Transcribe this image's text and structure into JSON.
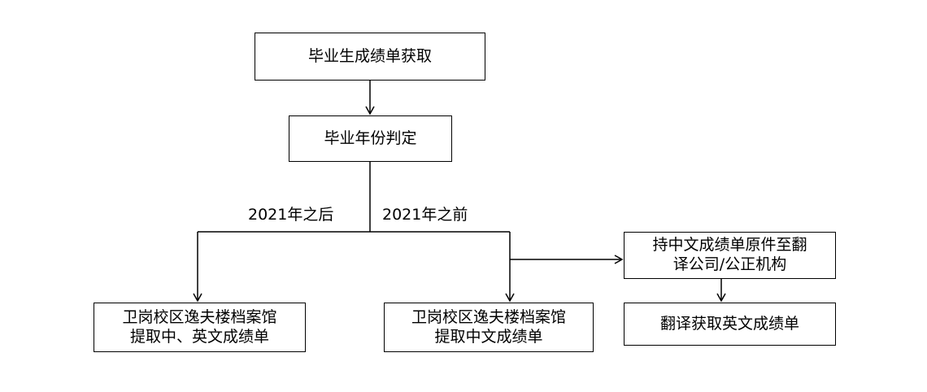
{
  "diagram": {
    "title_box": "毕业生成绩单获取",
    "year_box": "毕业年份判定",
    "branch_after": "2021年之后",
    "branch_before": "2021年之前",
    "left_result": {
      "line1": "卫岗校区逸夫楼档案馆",
      "line2": "提取中、英文成绩单"
    },
    "middle_result": {
      "line1": "卫岗校区逸夫楼档案馆",
      "line2": "提取中文成绩单"
    },
    "translate_step": {
      "line1": "持中文成绩单原件至翻",
      "line2": "译公司/公正机构"
    },
    "final_result": "翻译获取英文成绩单"
  }
}
